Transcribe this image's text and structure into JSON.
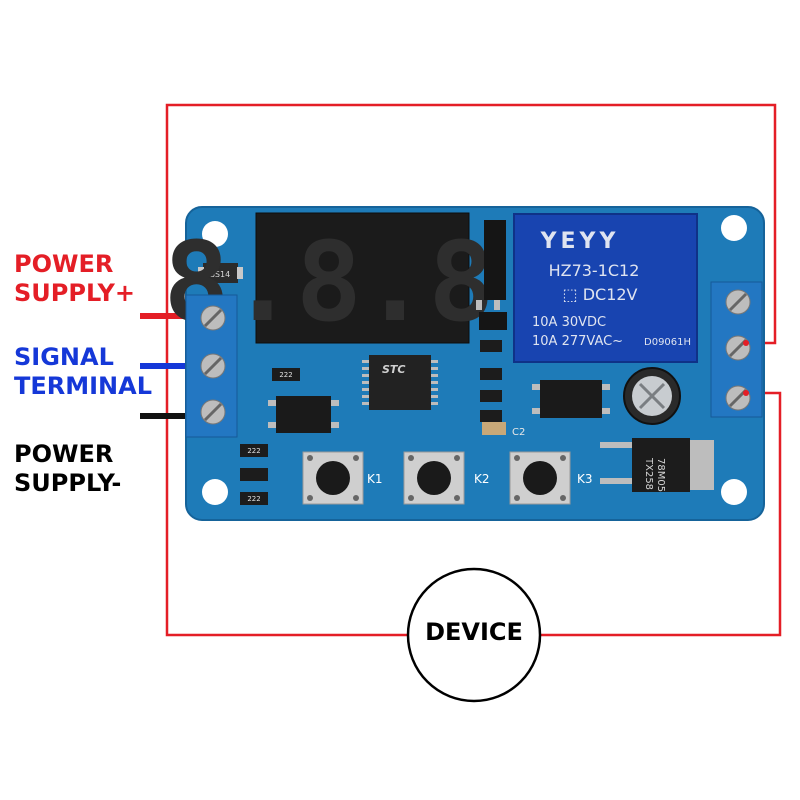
{
  "labels": {
    "power_plus": "POWER\nSUPPLY+",
    "signal": "SIGNAL\nTERMINAL",
    "power_minus": "POWER\nSUPPLY-",
    "device": "DEVICE"
  },
  "board": {
    "display_digits": "8.8.8.",
    "relay": {
      "brand": "YEYY",
      "model": "HZ73-1C12",
      "coil": "DC12V",
      "rating1": "10A  30VDC",
      "rating2": "10A  277VAC~",
      "code": "D09061H"
    },
    "chip_text": "STC",
    "diode_text": "SS14",
    "regulator_text": "78M05\nTX258",
    "buttons": [
      "K1",
      "K2",
      "K3"
    ],
    "cap_label": "C2",
    "resistor_code": "222"
  },
  "colors": {
    "power_plus": "#e41e26",
    "signal": "#1538d8",
    "power_minus": "#000000",
    "circuit_wire": "#e41e26",
    "pcb": "#1e7bb8",
    "relay": "#1844b0"
  }
}
